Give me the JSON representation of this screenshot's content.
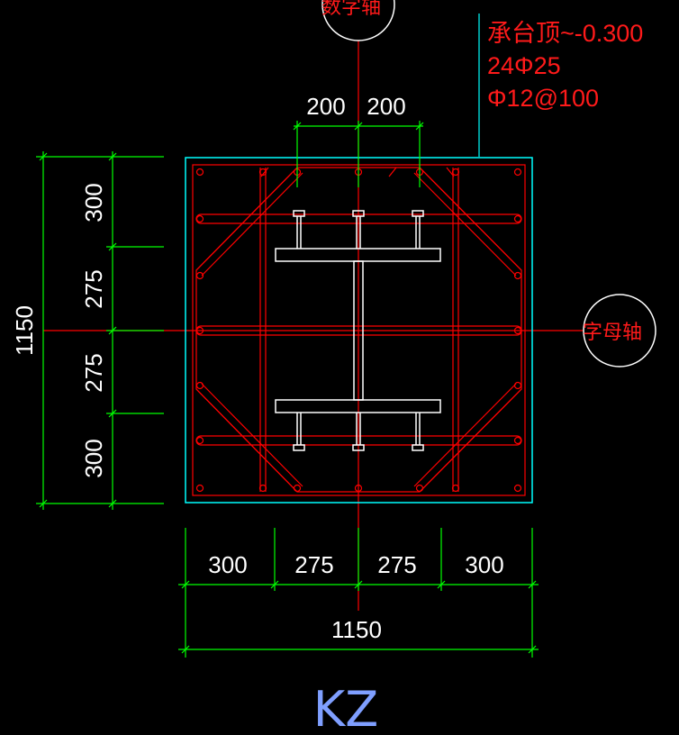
{
  "axis_labels": {
    "top_axis": "数字轴",
    "right_axis": "字母轴"
  },
  "annotation": {
    "line1": "承台顶~-0.300",
    "line2": "24Φ25",
    "line3": "Φ12@100"
  },
  "dimensions": {
    "top_left": "200",
    "top_right": "200",
    "left_total": "1150",
    "left_segments": [
      "300",
      "275",
      "275",
      "300"
    ],
    "bottom_segments": [
      "300",
      "275",
      "275",
      "300"
    ],
    "bottom_total": "1150"
  },
  "title": "KZ",
  "colors": {
    "background": "#000000",
    "dimension_green": "#00ff00",
    "rebar_red": "#ff0000",
    "outline_cyan": "#00ffff",
    "steel_white": "#ffffff",
    "title_blue": "#7f9fff"
  }
}
